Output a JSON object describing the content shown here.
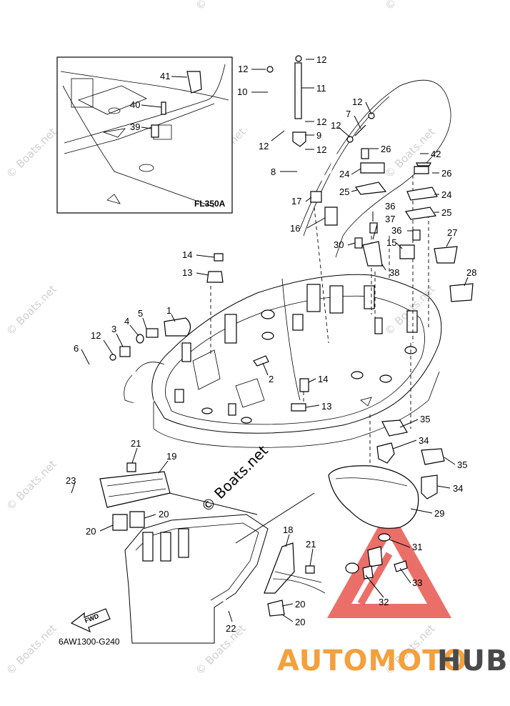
{
  "inset": {
    "label": "FL350A"
  },
  "callouts": {
    "c1": "1",
    "c2": "2",
    "c3": "3",
    "c4": "4",
    "c5": "5",
    "c6": "6",
    "c7": "7",
    "c8": "8",
    "c9": "9",
    "c10": "10",
    "c11": "11",
    "c12a": "12",
    "c12b": "12",
    "c12c": "12",
    "c12d": "12",
    "c12e": "12",
    "c12f": "12",
    "c12g": "12",
    "c12h": "12",
    "c13a": "13",
    "c13b": "13",
    "c14a": "14",
    "c14b": "14",
    "c15": "15",
    "c16": "16",
    "c17": "17",
    "c18": "18",
    "c19": "19",
    "c20a": "20",
    "c20b": "20",
    "c20c": "20",
    "c20d": "20",
    "c21a": "21",
    "c21b": "21",
    "c22": "22",
    "c23": "23",
    "c24a": "24",
    "c24b": "24",
    "c25a": "25",
    "c25b": "25",
    "c26a": "26",
    "c26b": "26",
    "c27": "27",
    "c28": "28",
    "c29": "29",
    "c30": "30",
    "c31": "31",
    "c32": "32",
    "c33": "33",
    "c34a": "34",
    "c34b": "34",
    "c35a": "35",
    "c35b": "35",
    "c36a": "36",
    "c36b": "36",
    "c37": "37",
    "c38": "38",
    "c39": "39",
    "c40": "40",
    "c41": "41",
    "c42": "42"
  },
  "fwd_label": "FWD",
  "diagram_code": "6AW1300-G240",
  "watermark": "© Boats.net",
  "brand": {
    "part1": "AUTOMOTO",
    "part2": "HUB",
    "color1": "#f4a03c",
    "color2": "#4a4a4a",
    "triangle_color": "#e8564f"
  }
}
